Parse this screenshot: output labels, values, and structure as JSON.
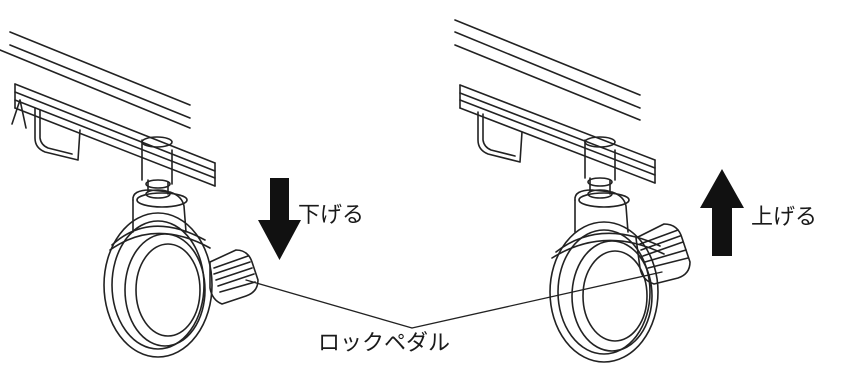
{
  "labels": {
    "lower": "下げる",
    "raise": "上げる",
    "lock_pedal": "ロックペダル"
  },
  "colors": {
    "line": "#222222",
    "arrow": "#111111",
    "background": "#ffffff"
  },
  "icons": {
    "down": "arrow-down-icon",
    "up": "arrow-up-icon"
  }
}
